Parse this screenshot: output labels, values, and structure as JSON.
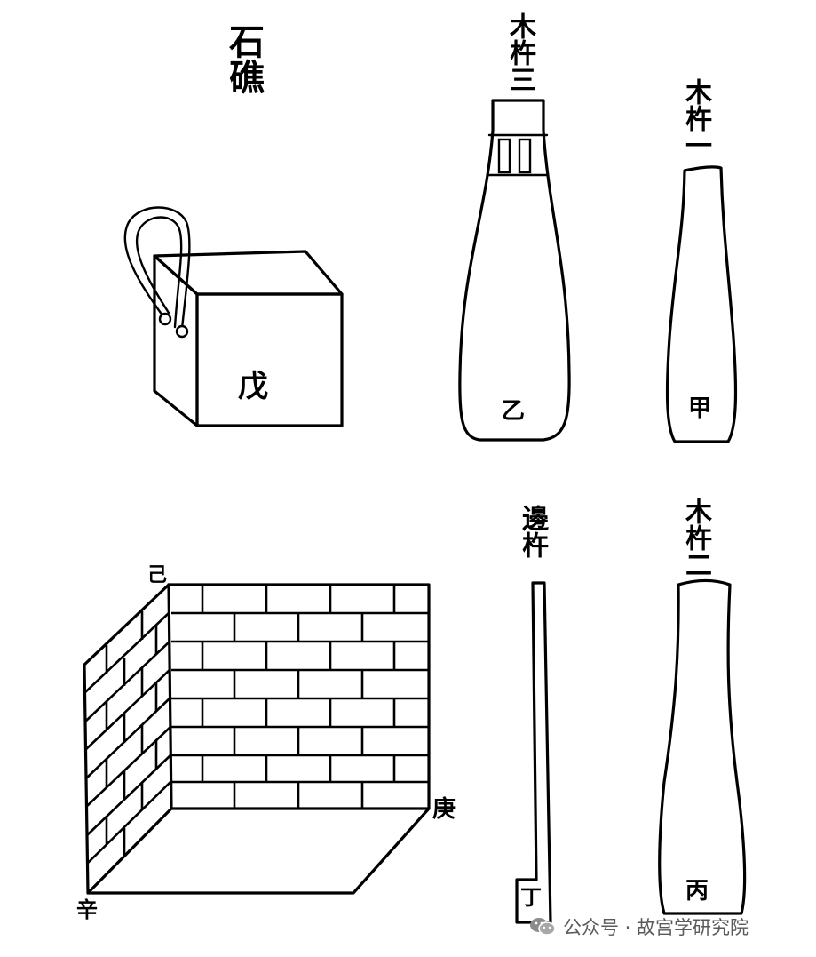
{
  "figure": {
    "stone_drop": {
      "title": "石礁",
      "mark": "戊"
    },
    "pestle_three": {
      "name": "木杵三",
      "mark": "乙"
    },
    "pestle_one": {
      "name": "木杵一",
      "mark": "甲"
    },
    "pestle_two": {
      "name": "木杵二",
      "mark": "丙"
    },
    "edge_pestle": {
      "name": "邊杵",
      "mark": "丁"
    },
    "wall_corner": {
      "top_mark": "己",
      "right_mark": "庚",
      "bottom_mark": "辛"
    }
  },
  "watermark": {
    "text": "公众号 · 故宫学研究院"
  },
  "colors": {
    "ink": "#000000",
    "paper": "#ffffff",
    "watermark": "#5a5a5a"
  }
}
